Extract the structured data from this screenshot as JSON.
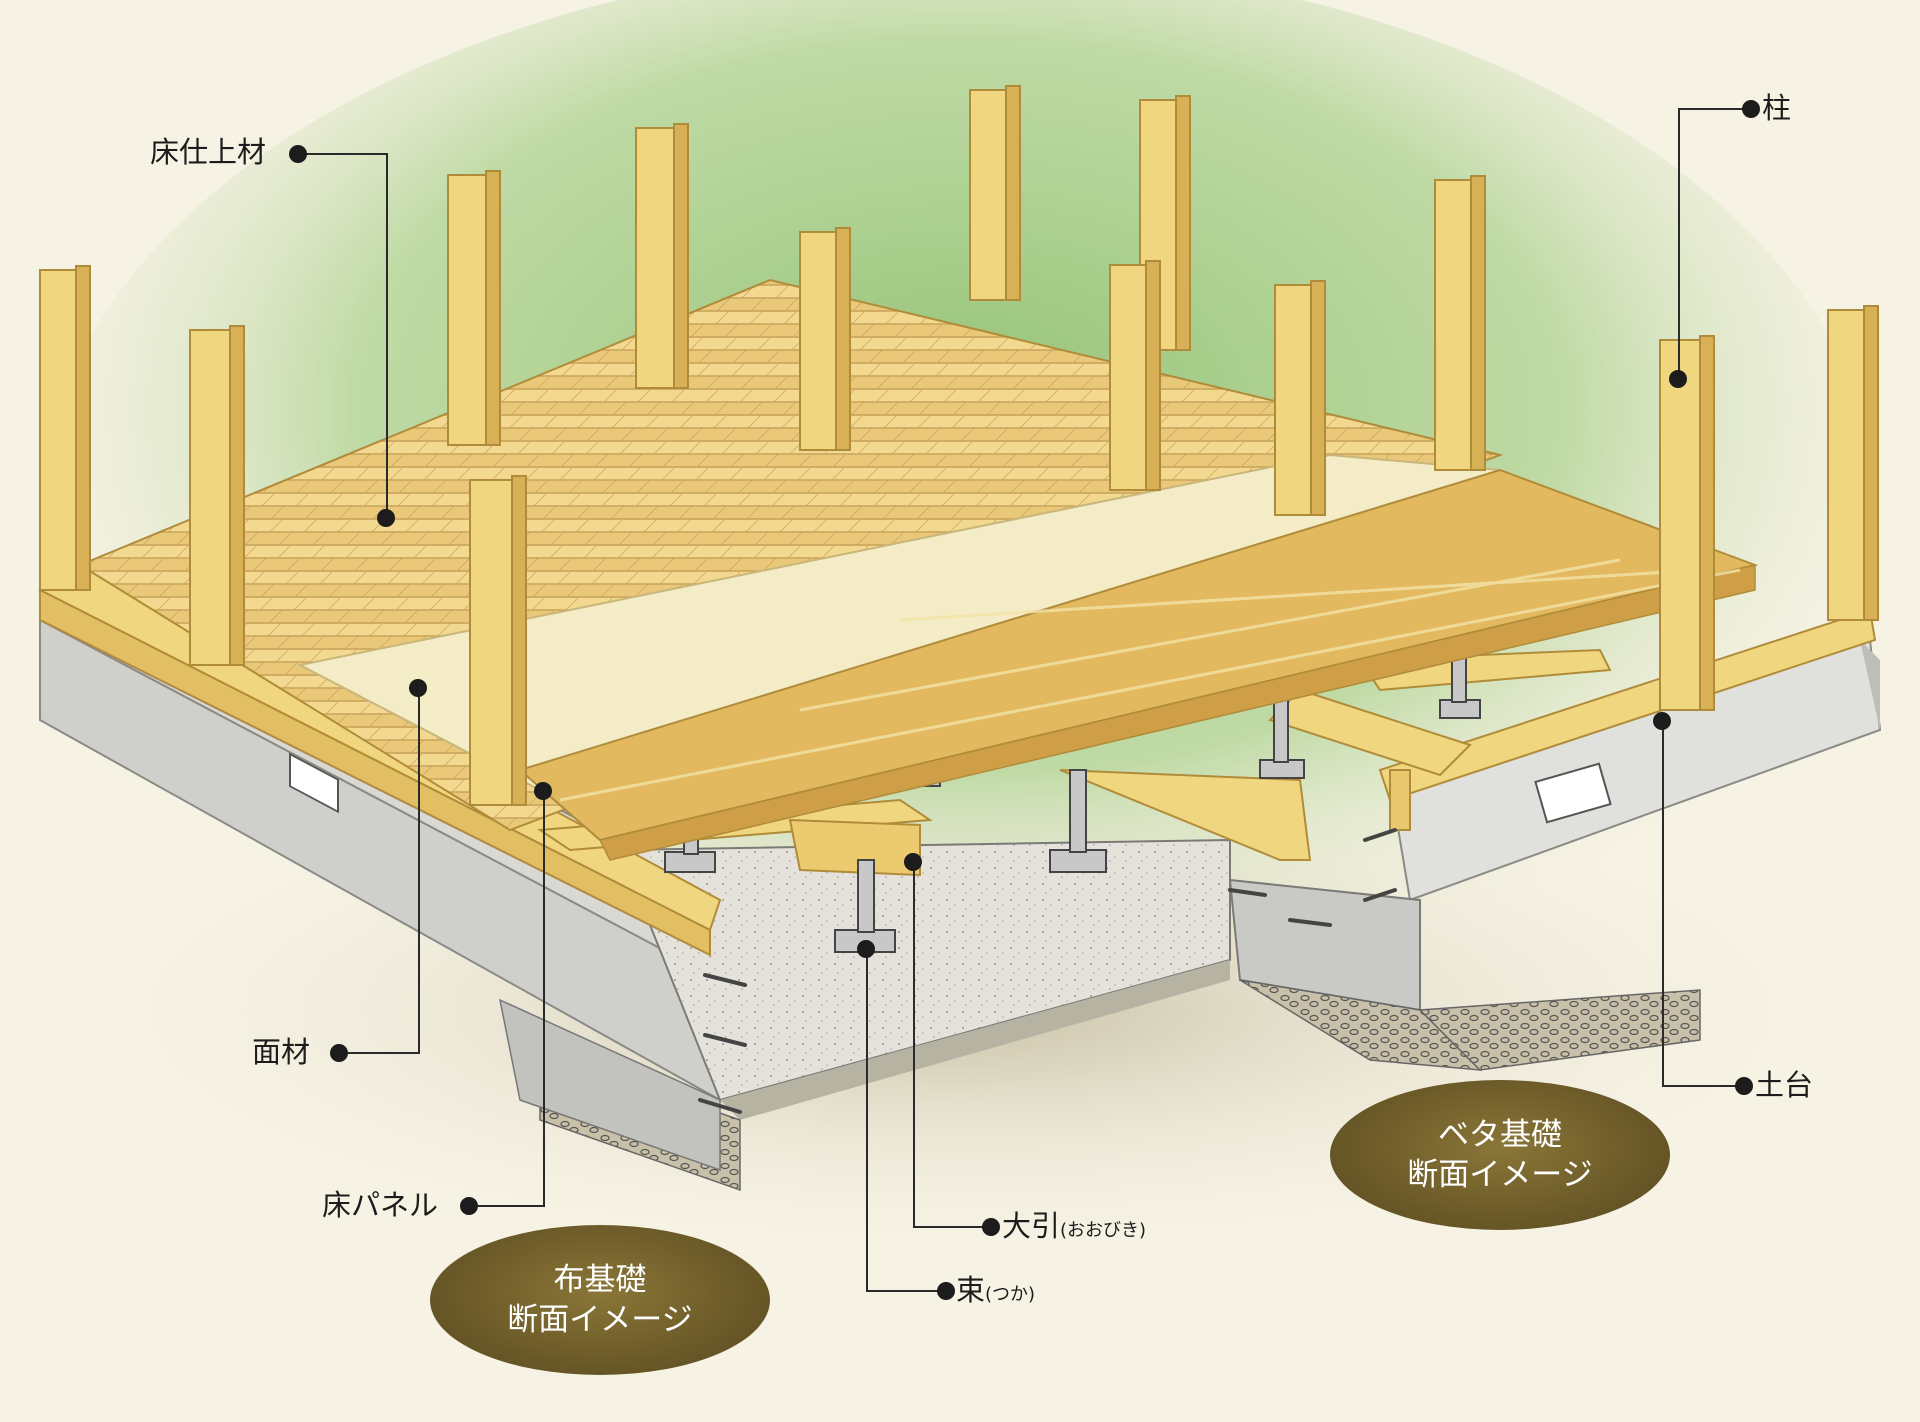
{
  "labels": {
    "floor_finish": "床仕上材",
    "pillar": "柱",
    "sheathing": "面材",
    "sill": "土台",
    "floor_panel": "床パネル",
    "beam": "大引",
    "beam_reading": "(おおびき)",
    "post": "束",
    "post_reading": "(つか)"
  },
  "badges": {
    "strip_line1": "布基礎",
    "strip_line2": "断面イメージ",
    "mat_line1": "ベタ基礎",
    "mat_line2": "断面イメージ"
  },
  "colors": {
    "background": "#f6f2e4",
    "halo": "#8fc070",
    "timber": "#f0d67e",
    "timber_dark": "#d8b055",
    "concrete": "#d4d4d0",
    "ground": "#b8b090",
    "badge": "#6b5a28"
  }
}
